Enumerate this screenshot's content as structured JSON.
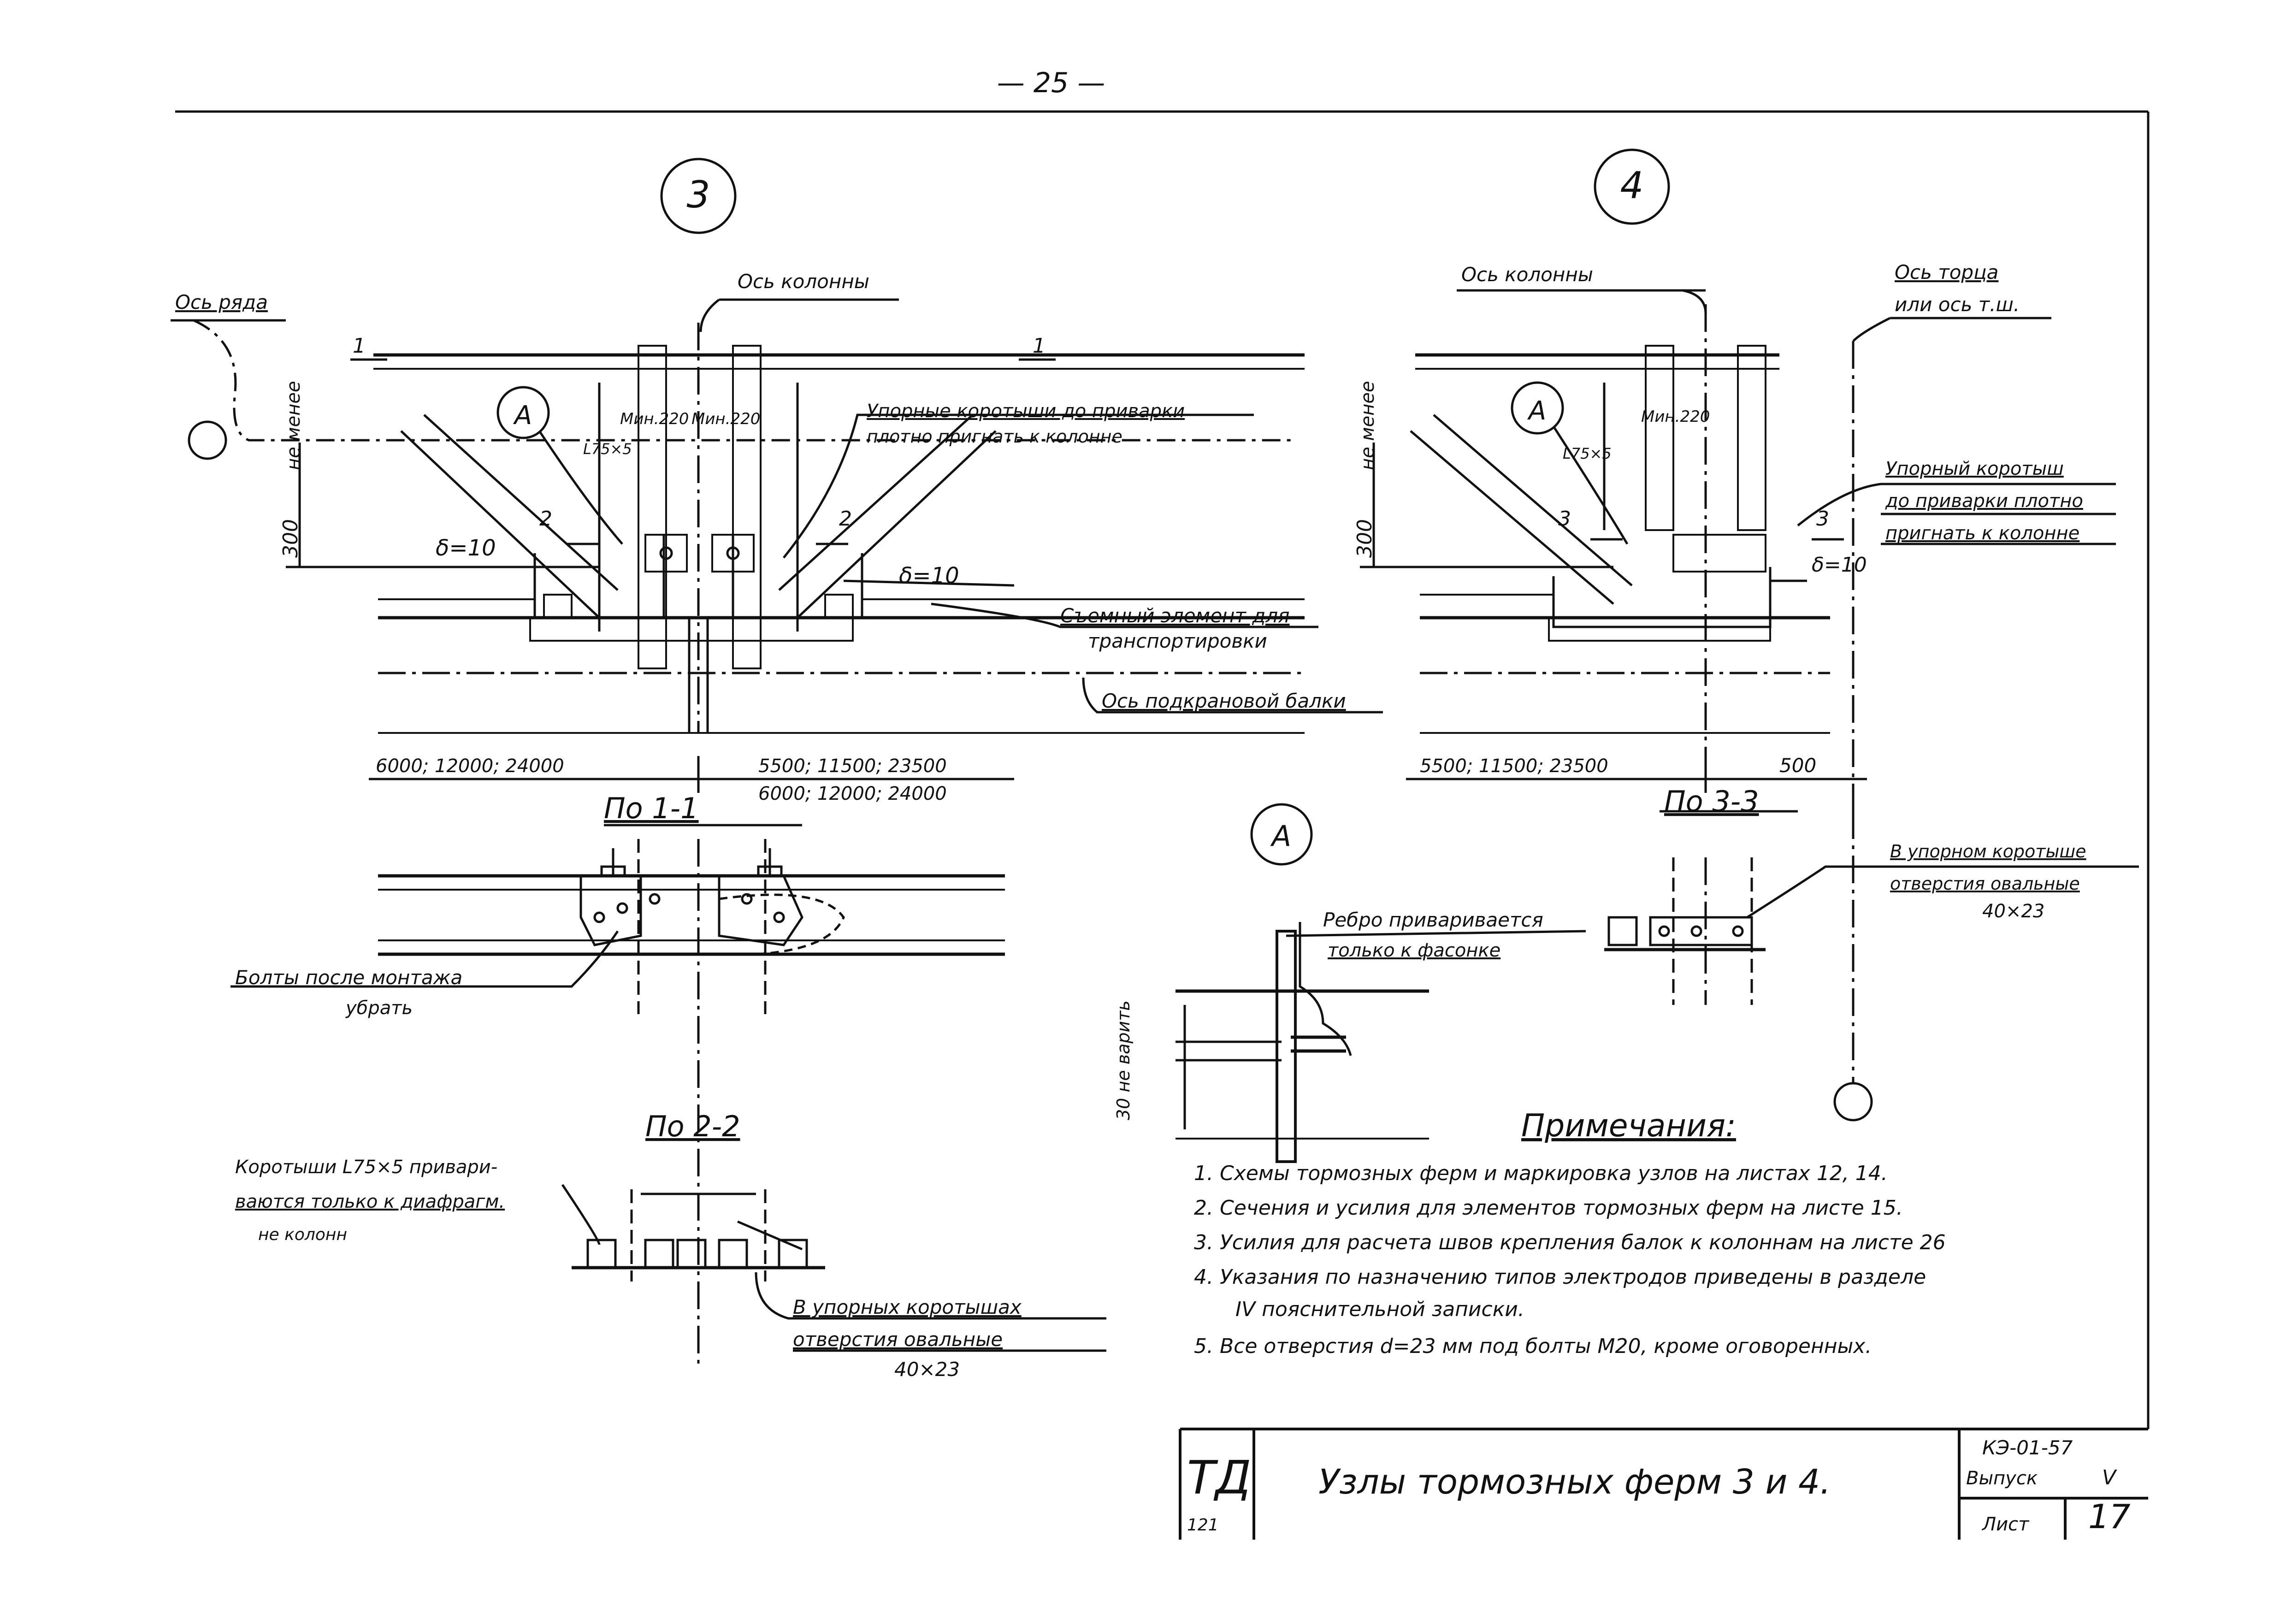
{
  "page_number": "— 25 —",
  "nodes": {
    "node3": "3",
    "node4": "4",
    "nodeA": "A",
    "detailA": "A"
  },
  "labels": {
    "row_axis": "Ось ряда",
    "col_axis_left": "Ось колонны",
    "col_axis_right": "Ось колонны",
    "end_axis_1": "Ось торца",
    "end_axis_2": "или ось т.ш.",
    "not_less_left": "не менее",
    "not_less_right": "не менее",
    "dim300_left": "300",
    "dim300_right": "300",
    "sec1_left": "1",
    "sec1_right": "1",
    "sec2_left": "2",
    "sec2_right": "2",
    "sec3_left": "3",
    "sec3_right": "3",
    "min220_a": "Мин.220",
    "min220_b": "Мин.220",
    "min220_c": "Мин.220",
    "angle_left": "L75×5",
    "angle_right": "L75×5",
    "delta_a": "δ=10",
    "delta_b": "δ=10",
    "delta_c": "δ=10",
    "stop_left_1": "Упорные коротыши до приварки",
    "stop_left_2": "плотно пригнать к колонне",
    "stop_right_1": "Упорный коротыш",
    "stop_right_2": "до приварки плотно",
    "stop_right_3": "пригнать к колонне",
    "removable_1": "Съемный элемент для",
    "removable_2": "транспортировки",
    "crane_axis": "Ось подкрановой балки",
    "dims_left": "6000; 12000; 24000",
    "dims_mid_1": "5500; 11500; 23500",
    "dims_mid_2": "6000; 12000; 24000",
    "dims_right": "5500; 11500; 23500",
    "dim500": "500",
    "sec_1_1": "По 1-1",
    "sec_2_2": "По 2-2",
    "sec_3_3": "По 3-3",
    "bolts_1": "Болты после монтажа",
    "bolts_2": "убрать",
    "short_1": "Коротыши L75×5 привари-",
    "short_2": "ваются только к диафрагм.",
    "short_3": "не колонн",
    "oval_22_1": "В упорных коротышах",
    "oval_22_2": "отверстия овальные",
    "oval_22_3": "40×23",
    "oval_33_1": "В упорном коротыше",
    "oval_33_2": "отверстия овальные",
    "oval_33_3": "40×23",
    "rib_1": "Ребро приваривается",
    "rib_2": "только к фасонке",
    "rib_dim": "30 не варить"
  },
  "notes": {
    "title": "Примечания:",
    "items": [
      "1. Схемы тормозных ферм и маркировка узлов на листах 12, 14.",
      "2. Сечения и усилия для элементов тормозных ферм на листе 15.",
      "3. Усилия для расчета швов крепления балок к колоннам на листе 26",
      "4. Указания по назначению типов электродов приведены в разделе",
      "IV пояснительной записки.",
      "5. Все отверстия d=23 мм под болты М20, кроме оговоренных."
    ]
  },
  "title_block": {
    "logo": "ТД",
    "logo_sub": "121",
    "title": "Узлы тормозных ферм 3 и 4.",
    "code": "КЭ-01-57",
    "issue_label": "Выпуск",
    "issue": "V",
    "sheet_label": "Лист",
    "sheet": "17"
  }
}
